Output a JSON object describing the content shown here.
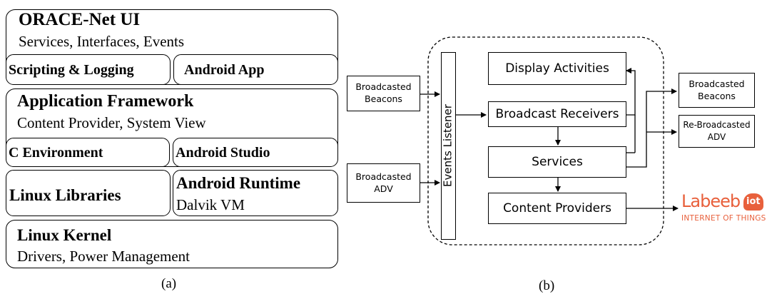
{
  "panel_a": {
    "caption": "(a)",
    "oracenet": {
      "title": "ORACE-Net UI",
      "subtitle": "Services, Interfaces, Events"
    },
    "scripting": {
      "label": "Scripting & Logging"
    },
    "android_app": {
      "label": "Android App"
    },
    "app_framework": {
      "title": "Application Framework",
      "subtitle": "Content Provider, System View"
    },
    "c_env": {
      "label": "C Environment"
    },
    "android_studio": {
      "label": "Android Studio"
    },
    "linux_libs": {
      "label": "Linux Libraries"
    },
    "android_runtime": {
      "title": "Android Runtime",
      "subtitle": "Dalvik VM"
    },
    "linux_kernel": {
      "title": "Linux Kernel",
      "subtitle": "Drivers, Power Management"
    }
  },
  "panel_b": {
    "caption": "(b)",
    "input_beacons": {
      "line1": "Broadcasted",
      "line2": "Beacons"
    },
    "input_adv": {
      "line1": "Broadcasted",
      "line2": "ADV"
    },
    "events_listener": "Events Listener",
    "display_activities": "Display Activities",
    "broadcast_receivers": "Broadcast Receivers",
    "services": "Services",
    "content_providers": "Content Providers",
    "output_beacons": {
      "line1": "Broadcasted",
      "line2": "Beacons"
    },
    "output_adv": {
      "line1": "Re-Broadcasted",
      "line2": "ADV"
    },
    "logo": {
      "name": "Labeeb",
      "badge": "iot",
      "tagline": "INTERNET OF THINGS",
      "color": "#e8603c"
    }
  }
}
